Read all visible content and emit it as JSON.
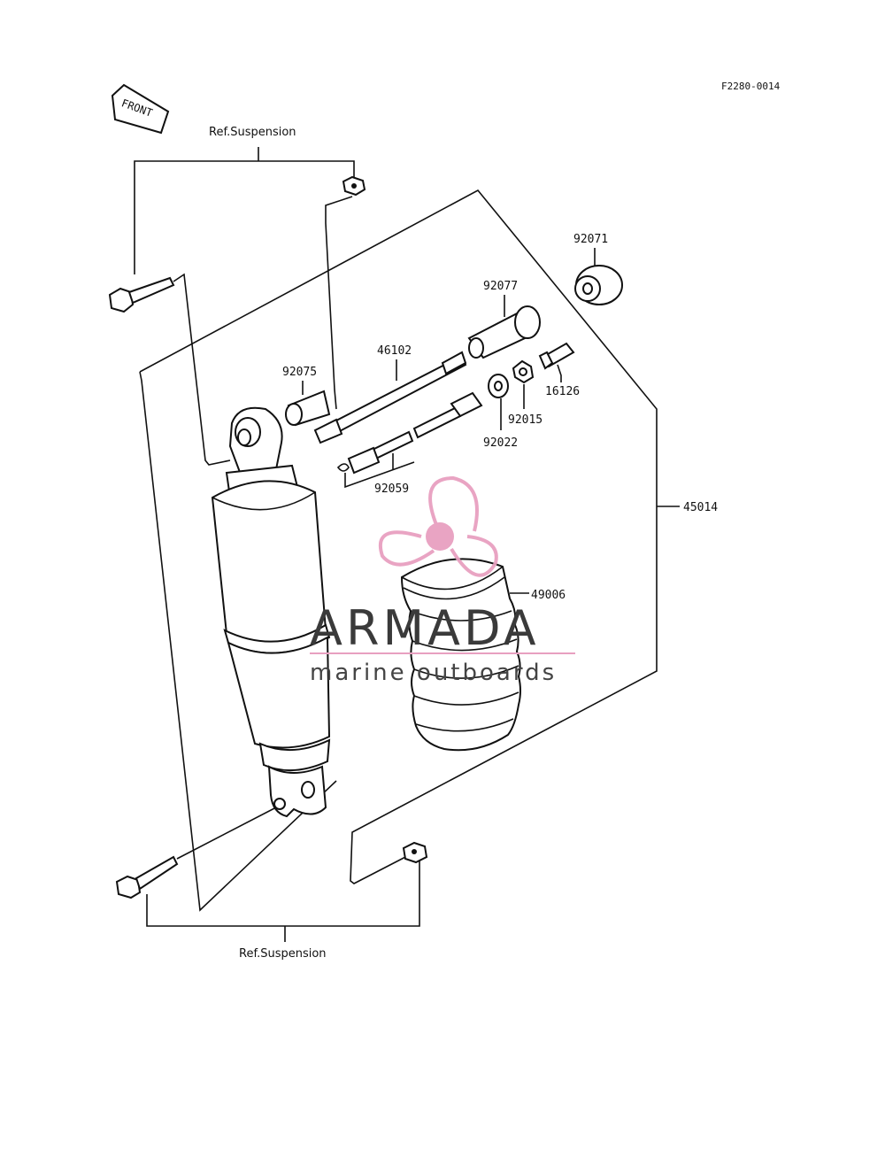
{
  "diagram": {
    "code": "F2280-0014",
    "front_arrow_label": "FRONT",
    "ref_top": "Ref.Suspension",
    "ref_bottom": "Ref.Suspension",
    "part_numbers": {
      "p92071": "92071",
      "p92077": "92077",
      "p46102": "46102",
      "p92075": "92075",
      "p16126": "16126",
      "p92015": "92015",
      "p92022": "92022",
      "p92059": "92059",
      "p45014": "45014",
      "p49006": "49006"
    }
  },
  "watermark": {
    "brand": "ARMADA",
    "tagline": "marine outboards",
    "color": "#e8a0c0"
  }
}
